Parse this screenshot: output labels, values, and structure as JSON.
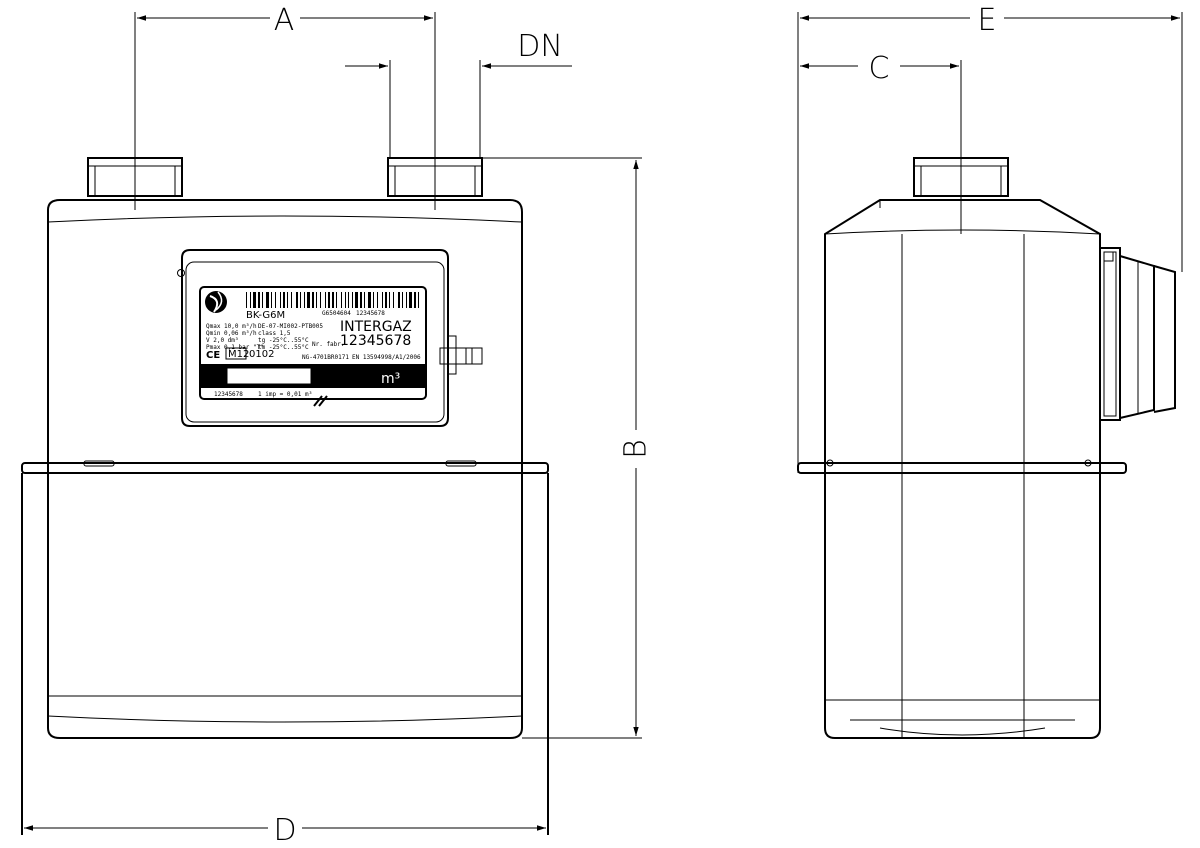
{
  "dimensions": {
    "a": "A",
    "dn": "DN",
    "b": "B",
    "d": "D",
    "c": "C",
    "e": "E"
  },
  "nameplate": {
    "model": "BK-G6M",
    "barcode_text_1": "G6504604",
    "barcode_text_2": "12345678",
    "qmax": "Qmax  10,0 m³/h",
    "qmin": "Qmin  0,06 m³/h",
    "volume": "V  2,0 dm³",
    "pmax": "Pmax  0,1 bar \"T\"",
    "approval": "DE-07-MI002-PTB005",
    "class": "class 1,5",
    "temp_gas": "tg  -25°C..55°C",
    "temp_meter": "tm  -25°C..55°C",
    "manufacturer": "INTERGAZ",
    "fabr_label": "Nr. fabr.",
    "serial": "12345678",
    "ce": "CE",
    "metrology_mark": "M12",
    "notified_body": "0102",
    "ng_code": "NG-4701BR0171",
    "standard": "EN 13594998/A1/2006",
    "unit": "m³",
    "bottom_serial": "12345678",
    "impulse": "1 imp = 0,01 m³"
  }
}
